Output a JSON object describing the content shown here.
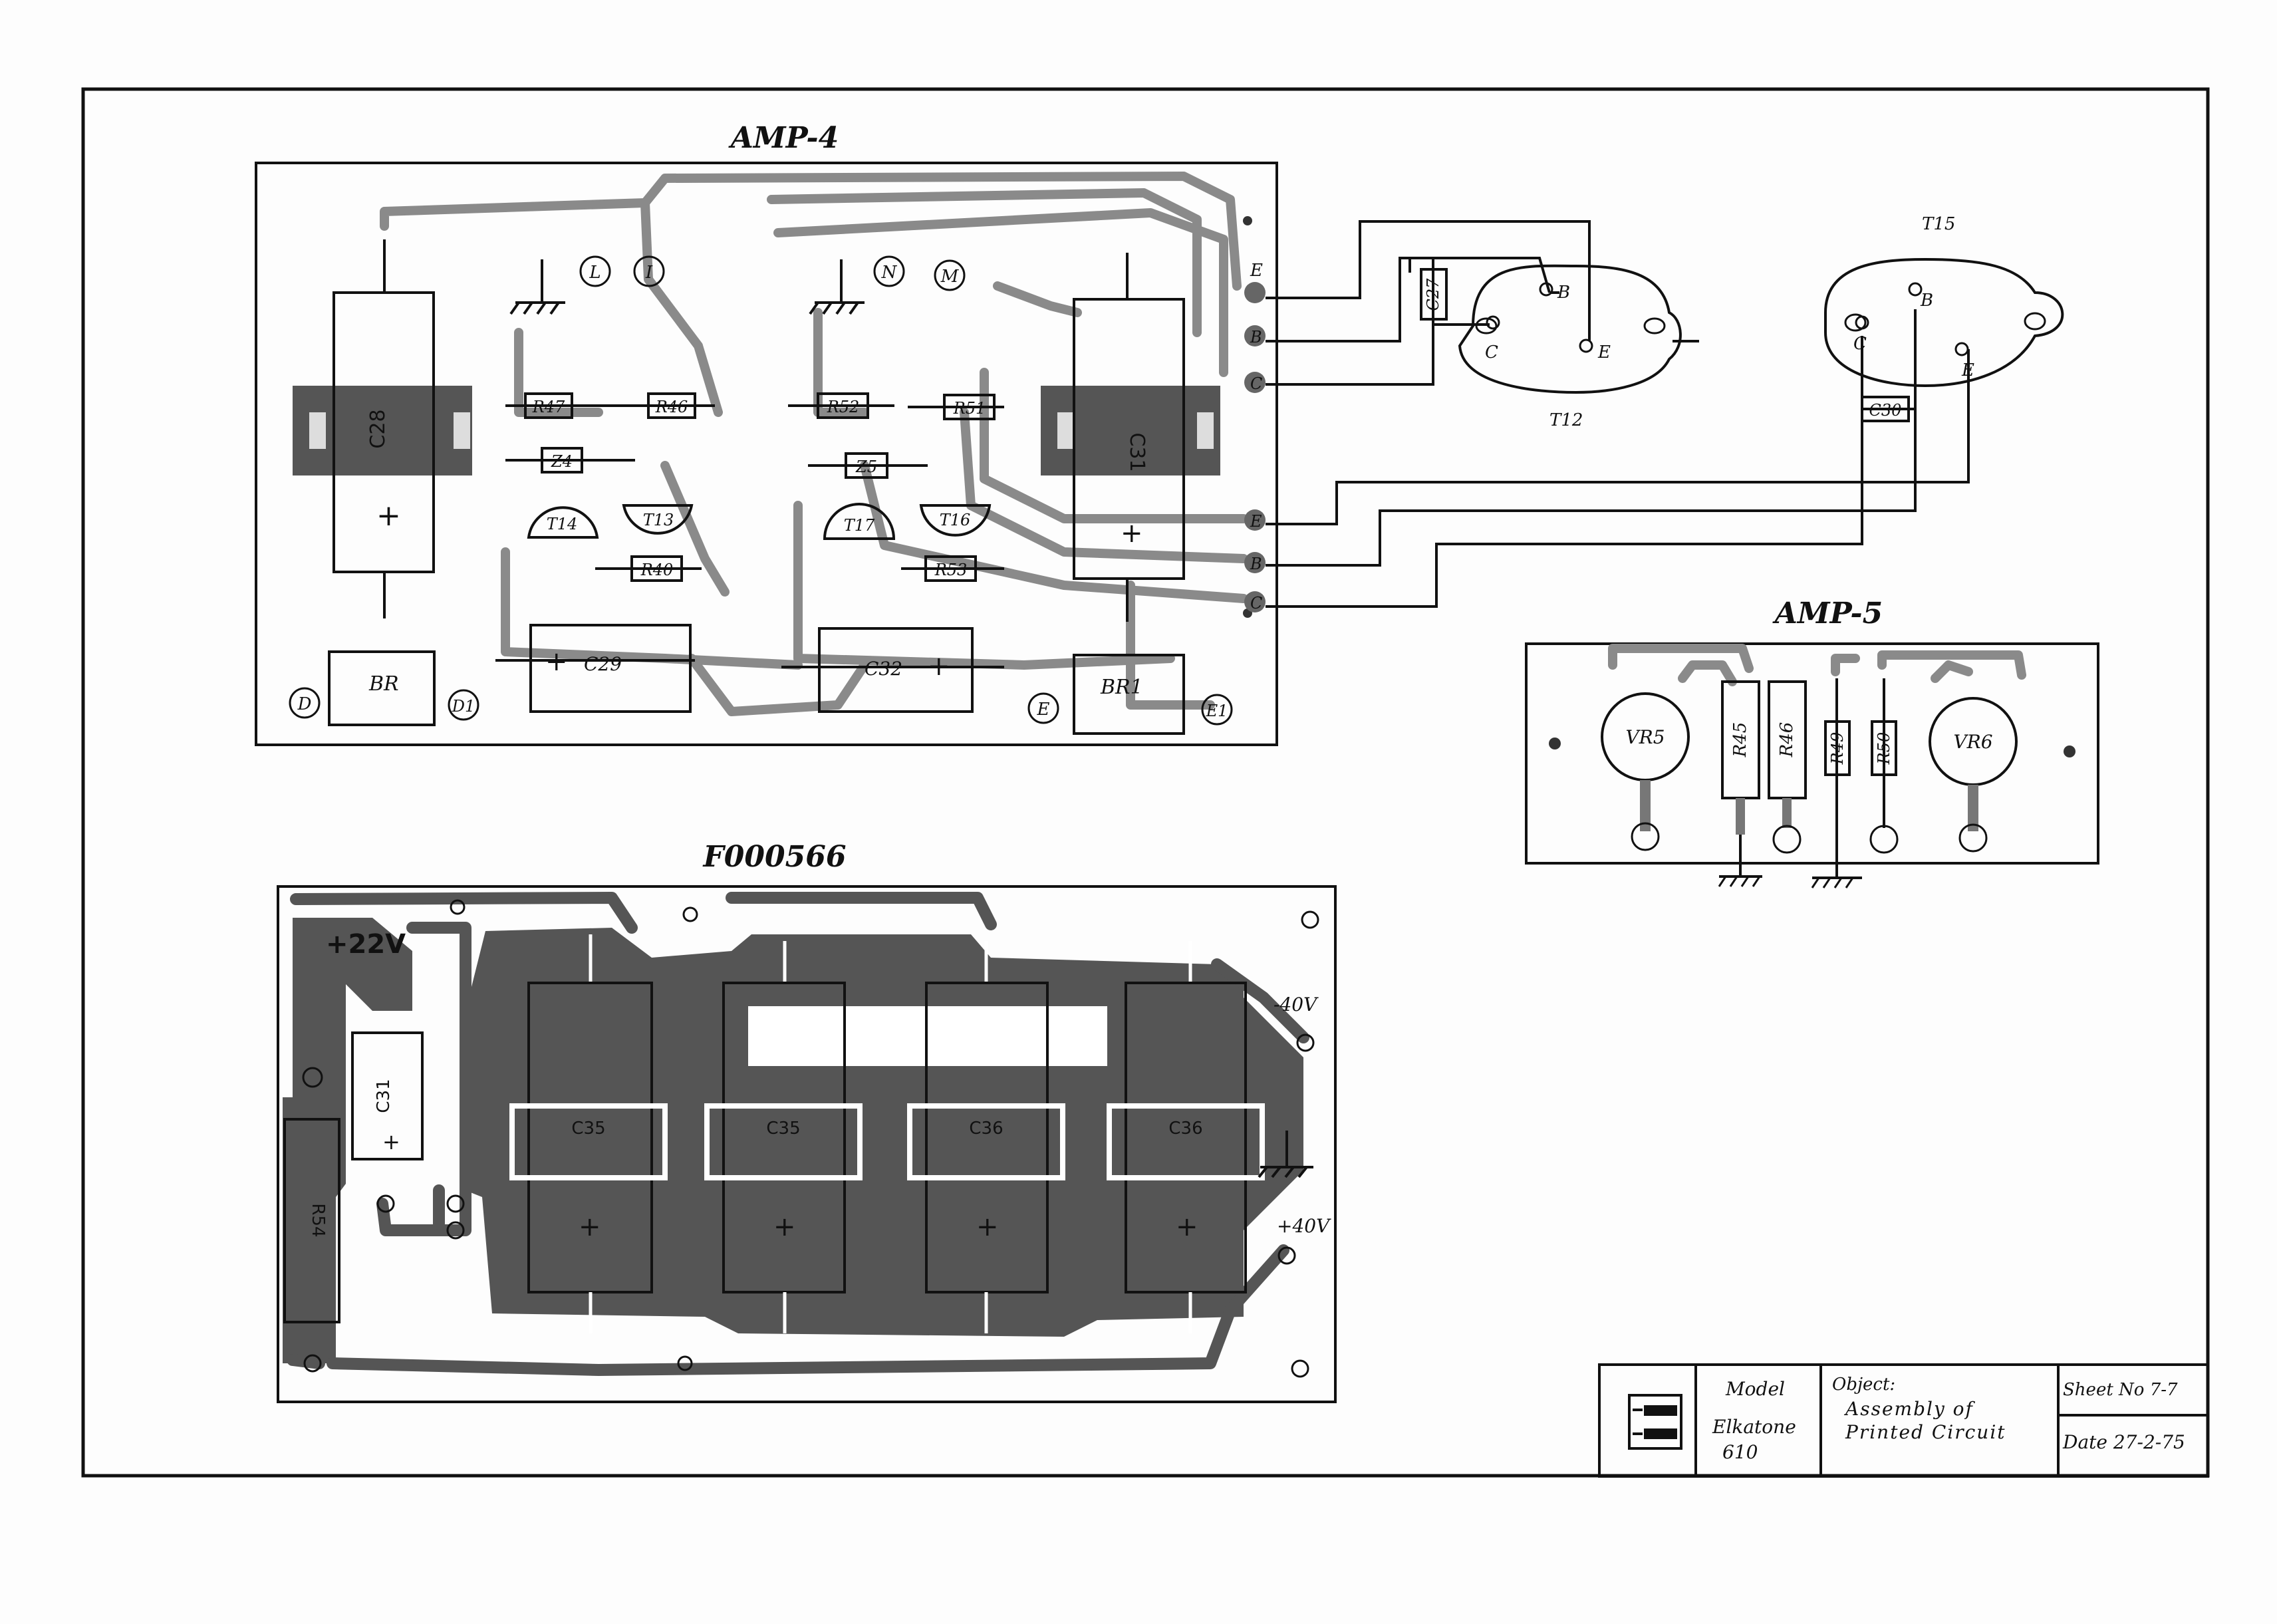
{
  "titles": {
    "amp4": "AMP-4",
    "amp5": "AMP-5",
    "psu": "F000566"
  },
  "amp4": {
    "capacitors": [
      "C28",
      "C31",
      "C29",
      "C32"
    ],
    "resistors": [
      "R47",
      "R46",
      "R52",
      "R51",
      "R40",
      "R53"
    ],
    "zeners": [
      "Z4",
      "Z5"
    ],
    "transistors": [
      "T14",
      "T13",
      "T17",
      "T16"
    ],
    "bridges": [
      "BR",
      "BR1"
    ],
    "pads_top": [
      "L",
      "I",
      "N",
      "M"
    ],
    "pads_bottom": [
      "D",
      "D1",
      "E",
      "E1"
    ],
    "edge_pads": [
      "E",
      "B",
      "C",
      "E",
      "B",
      "C"
    ],
    "plus": "+"
  },
  "transistors_ext": {
    "t12": {
      "name": "T12",
      "pins": [
        "B",
        "C",
        "E"
      ],
      "cap": "C27"
    },
    "t15": {
      "name": "T15",
      "pins": [
        "B",
        "C",
        "E"
      ],
      "cap": "C30"
    }
  },
  "amp5": {
    "pots": [
      "VR5",
      "VR6"
    ],
    "resistors": [
      "R45",
      "R46",
      "R49",
      "R50"
    ]
  },
  "psu": {
    "v_plus22": "+22V",
    "v_minus40": "-40V",
    "v_plus40": "+40V",
    "small_cap": "C31",
    "resistor": "R54",
    "caps": [
      "C35",
      "C35",
      "C36",
      "C36"
    ],
    "plus": "+"
  },
  "title_block": {
    "model_label": "Model",
    "model_value": "Elkatone",
    "model_number": "610",
    "object_label": "Object:",
    "object_line1": "Assembly of",
    "object_line2": "Printed Circuit",
    "sheet": "Sheet No 7-7",
    "date": "Date 27-2-75"
  }
}
